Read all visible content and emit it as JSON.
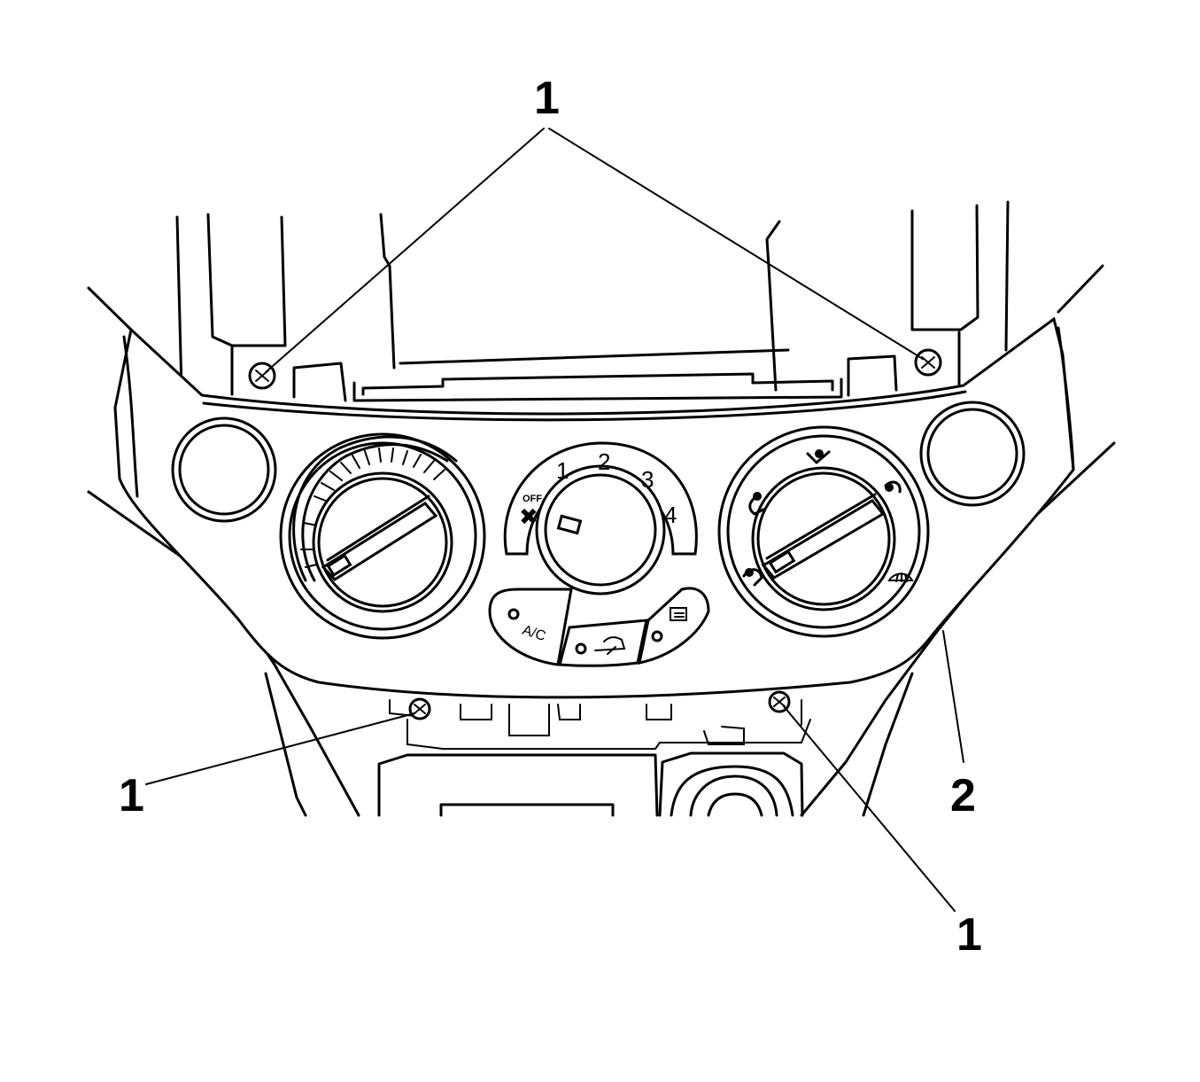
{
  "callouts": {
    "screw_top": "1",
    "screw_bottom_left": "1",
    "screw_bottom_right": "1",
    "bezel": "2"
  },
  "fan_dial": {
    "off_label": "OFF",
    "speeds": [
      "1",
      "2",
      "3",
      "4"
    ]
  },
  "buttons": {
    "ac_label": "A/C"
  },
  "icons": {
    "fan": "fan-icon",
    "recirculation": "recirculation-icon",
    "rear_defrost": "rear-defrost-icon",
    "vent_mode": "vent-mode-icon",
    "floor_mode": "floor-mode-icon",
    "windshield_defrost": "windshield-defrost-icon"
  }
}
